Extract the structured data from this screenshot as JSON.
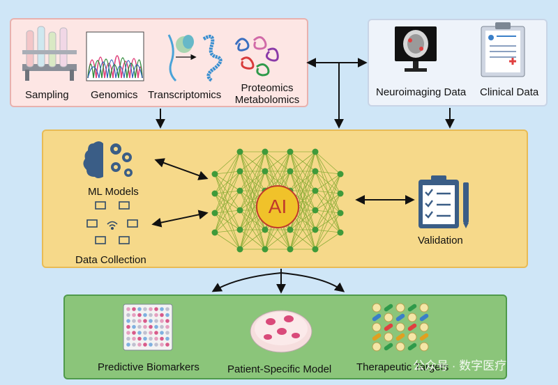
{
  "omics": {
    "sampling": "Sampling",
    "genomics": "Genomics",
    "transcriptomics": "Transcriptomics",
    "proteomics": "Proteomics",
    "metabolomics": "Metabolomics"
  },
  "clinical": {
    "neuroimaging": "Neuroimaging Data",
    "clinical_data": "Clinical Data"
  },
  "ai": {
    "ml_models": "ML Models",
    "data_collection": "Data Collection",
    "core": "AI",
    "validation": "Validation"
  },
  "outcomes": {
    "biomarkers": "Predictive Biomarkers",
    "patient_model": "Patient-Specific Model",
    "targets": "Therapeutic Targets"
  },
  "watermark": "公众号 · 数字医疗",
  "colors": {
    "background": "#cfe6f7",
    "omics_panel": "#fde6e4",
    "clinical_panel": "#eef3fa",
    "ai_panel": "#f6d98a",
    "outcomes_panel": "#8bc57a",
    "node_green": "#3f9a3a",
    "ai_circle": "#f0c22a"
  }
}
